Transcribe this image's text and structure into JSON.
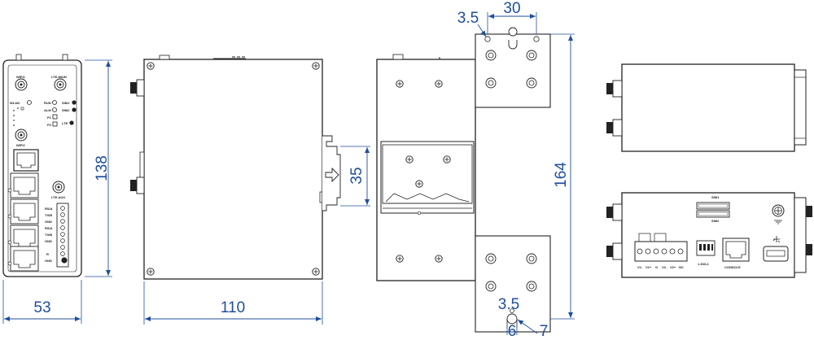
{
  "dimensions": {
    "front_width": "53",
    "front_height": "138",
    "side_width": "110",
    "din_rail": "35",
    "bracket_width": "30",
    "bracket_height": "164",
    "hole_top": "3.5",
    "hole_bottom": "3.5",
    "slot_width": "6",
    "slot_length": "7"
  },
  "front_labels": {
    "wifi1": "WIFI1",
    "lte_main": "LTE-MAIN",
    "wlan": "WLAN",
    "run": "RUN",
    "alm": "ALM",
    "p1": "P1",
    "p2": "P2",
    "sim1": "SIM1",
    "sim2": "SIM2",
    "lte": "LTE",
    "wifi2": "WIFI2",
    "lte_aux": "LTE-AUX",
    "term1": "RS/A",
    "term2": "TX/B",
    "term3": "GND",
    "term4": "RS/A",
    "term5": "TX/B",
    "term6": "GND",
    "term7": "R",
    "term8": "GND"
  },
  "bottom_labels": {
    "sim1": "SIM1",
    "sim2": "SIM2",
    "sw": "1-SW-4",
    "console": "CONSOLE",
    "pins": [
      "V1-",
      "V1+",
      "G",
      "V2-",
      "V2+",
      "NC"
    ]
  },
  "colors": {
    "dimension": "#1f4e9c",
    "outline": "#1a1a1a"
  }
}
